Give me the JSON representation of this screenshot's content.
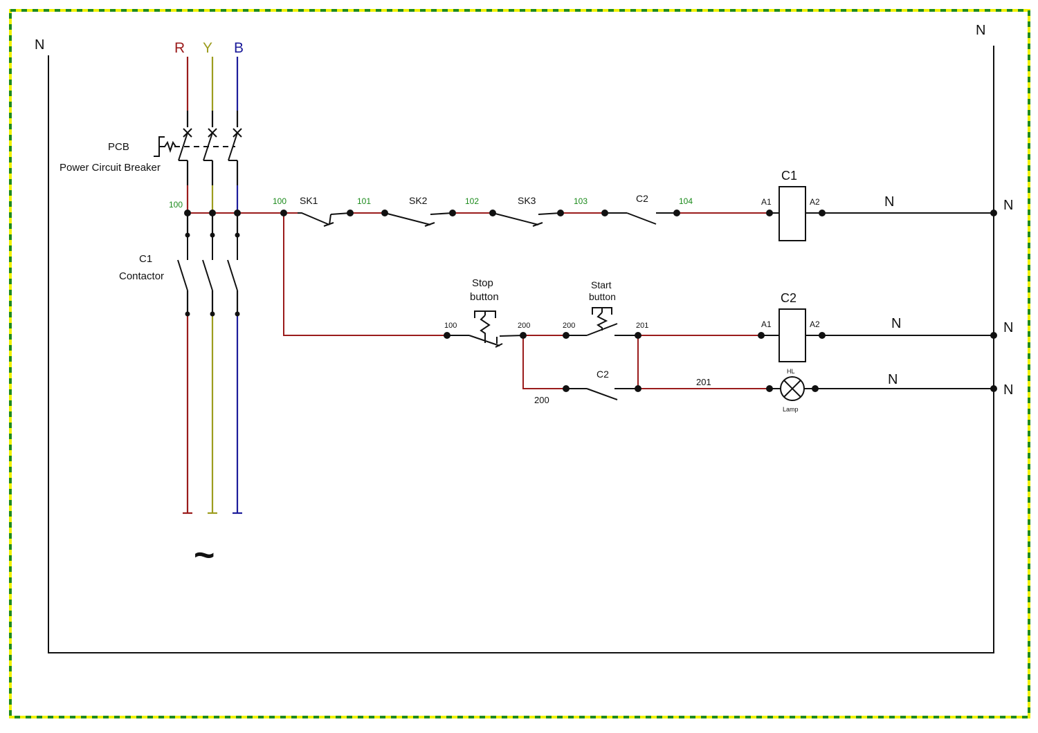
{
  "colors": {
    "border_yellow": "#f2f200",
    "border_green": "#1f8a1f",
    "phase_r": "#9a1b1b",
    "phase_y": "#9c9c1e",
    "phase_b": "#1b1b9a",
    "control_wire": "#9a1b1b",
    "neutral_wire": "#111111",
    "wire_number": "#1a8a1a"
  },
  "neutral": {
    "left": "N",
    "right": "N",
    "rung_c1_mid": "N",
    "rung_c1_end": "N",
    "rung_c2_mid": "N",
    "rung_c2_end": "N",
    "rung_lamp_mid": "N",
    "rung_lamp_end": "N"
  },
  "phases": {
    "r": "R",
    "y": "Y",
    "b": "B"
  },
  "breaker": {
    "tag": "PCB",
    "name": "Power Circuit Breaker",
    "wire": "100"
  },
  "contactor": {
    "tag": "C1",
    "name": "Contactor"
  },
  "supply_symbol": "~",
  "rung1": {
    "start_wire": "100",
    "sk1": "SK1",
    "wire_101": "101",
    "sk2": "SK2",
    "wire_102": "102",
    "sk3": "SK3",
    "wire_103": "103",
    "c2_contact": "C2",
    "wire_104": "104",
    "coil": "C1",
    "a1": "A1",
    "a2": "A2"
  },
  "rung2": {
    "stop_label_1": "Stop",
    "stop_label_2": "button",
    "wire_100": "100",
    "wire_200_a": "200",
    "wire_200_b": "200",
    "start_label_1": "Start",
    "start_label_2": "button",
    "wire_201": "201",
    "coil": "C2",
    "a1": "A1",
    "a2": "A2"
  },
  "rung3": {
    "c2_contact": "C2",
    "wire_200": "200",
    "wire_201": "201",
    "lamp_tag": "HL",
    "lamp_name": "Lamp"
  }
}
